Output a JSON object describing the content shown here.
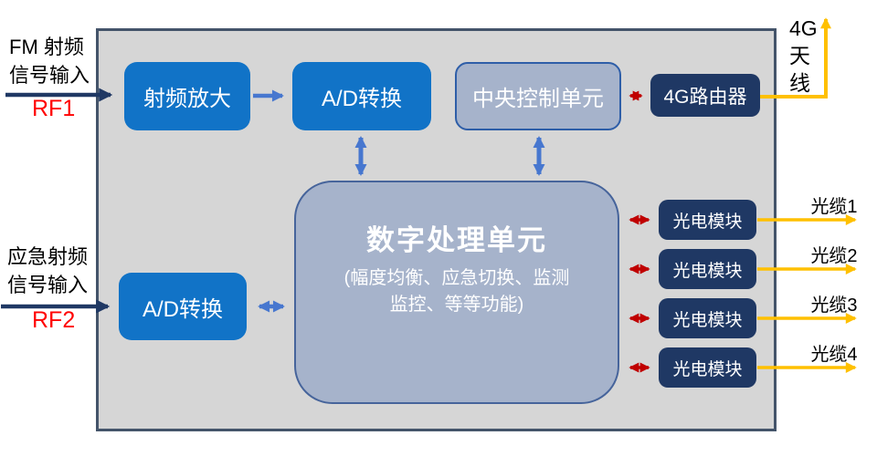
{
  "diagram": {
    "inputs": {
      "fm": {
        "label_line1": "FM 射频",
        "label_line2": "信号输入",
        "port": "RF1"
      },
      "emergency": {
        "label_line1": "应急射频",
        "label_line2": "信号输入",
        "port": "RF2"
      }
    },
    "blocks": {
      "rf_amp": "射频放大",
      "adc_top": "A/D转换",
      "adc_bottom": "A/D转换",
      "ccu": "中央控制单元",
      "router": "4G路由器",
      "dpu": {
        "title": "数字处理单元",
        "subtitle_line1": "(幅度均衡、应急切换、监测",
        "subtitle_line2": "监控、等等功能)"
      },
      "oem": [
        "光电模块",
        "光电模块",
        "光电模块",
        "光电模块"
      ]
    },
    "outputs": {
      "antenna": {
        "label_line1": "4G",
        "label_line2": "天",
        "label_line3": "线"
      },
      "fibers": [
        "光缆1",
        "光缆2",
        "光缆3",
        "光缆4"
      ]
    },
    "colors": {
      "enclosure_fill": "#d6d6d6",
      "enclosure_border": "#44546a",
      "block_blue": "#1173c7",
      "block_slate": "#a6b3cb",
      "slate_border": "#2e5ea8",
      "block_navy": "#1f3864",
      "arrow_blue": "#4777cf",
      "arrow_red": "#c00000",
      "arrow_yellow": "#ffc000",
      "arrow_navy": "#1f3864",
      "port_text_color": "#ff0000"
    }
  }
}
